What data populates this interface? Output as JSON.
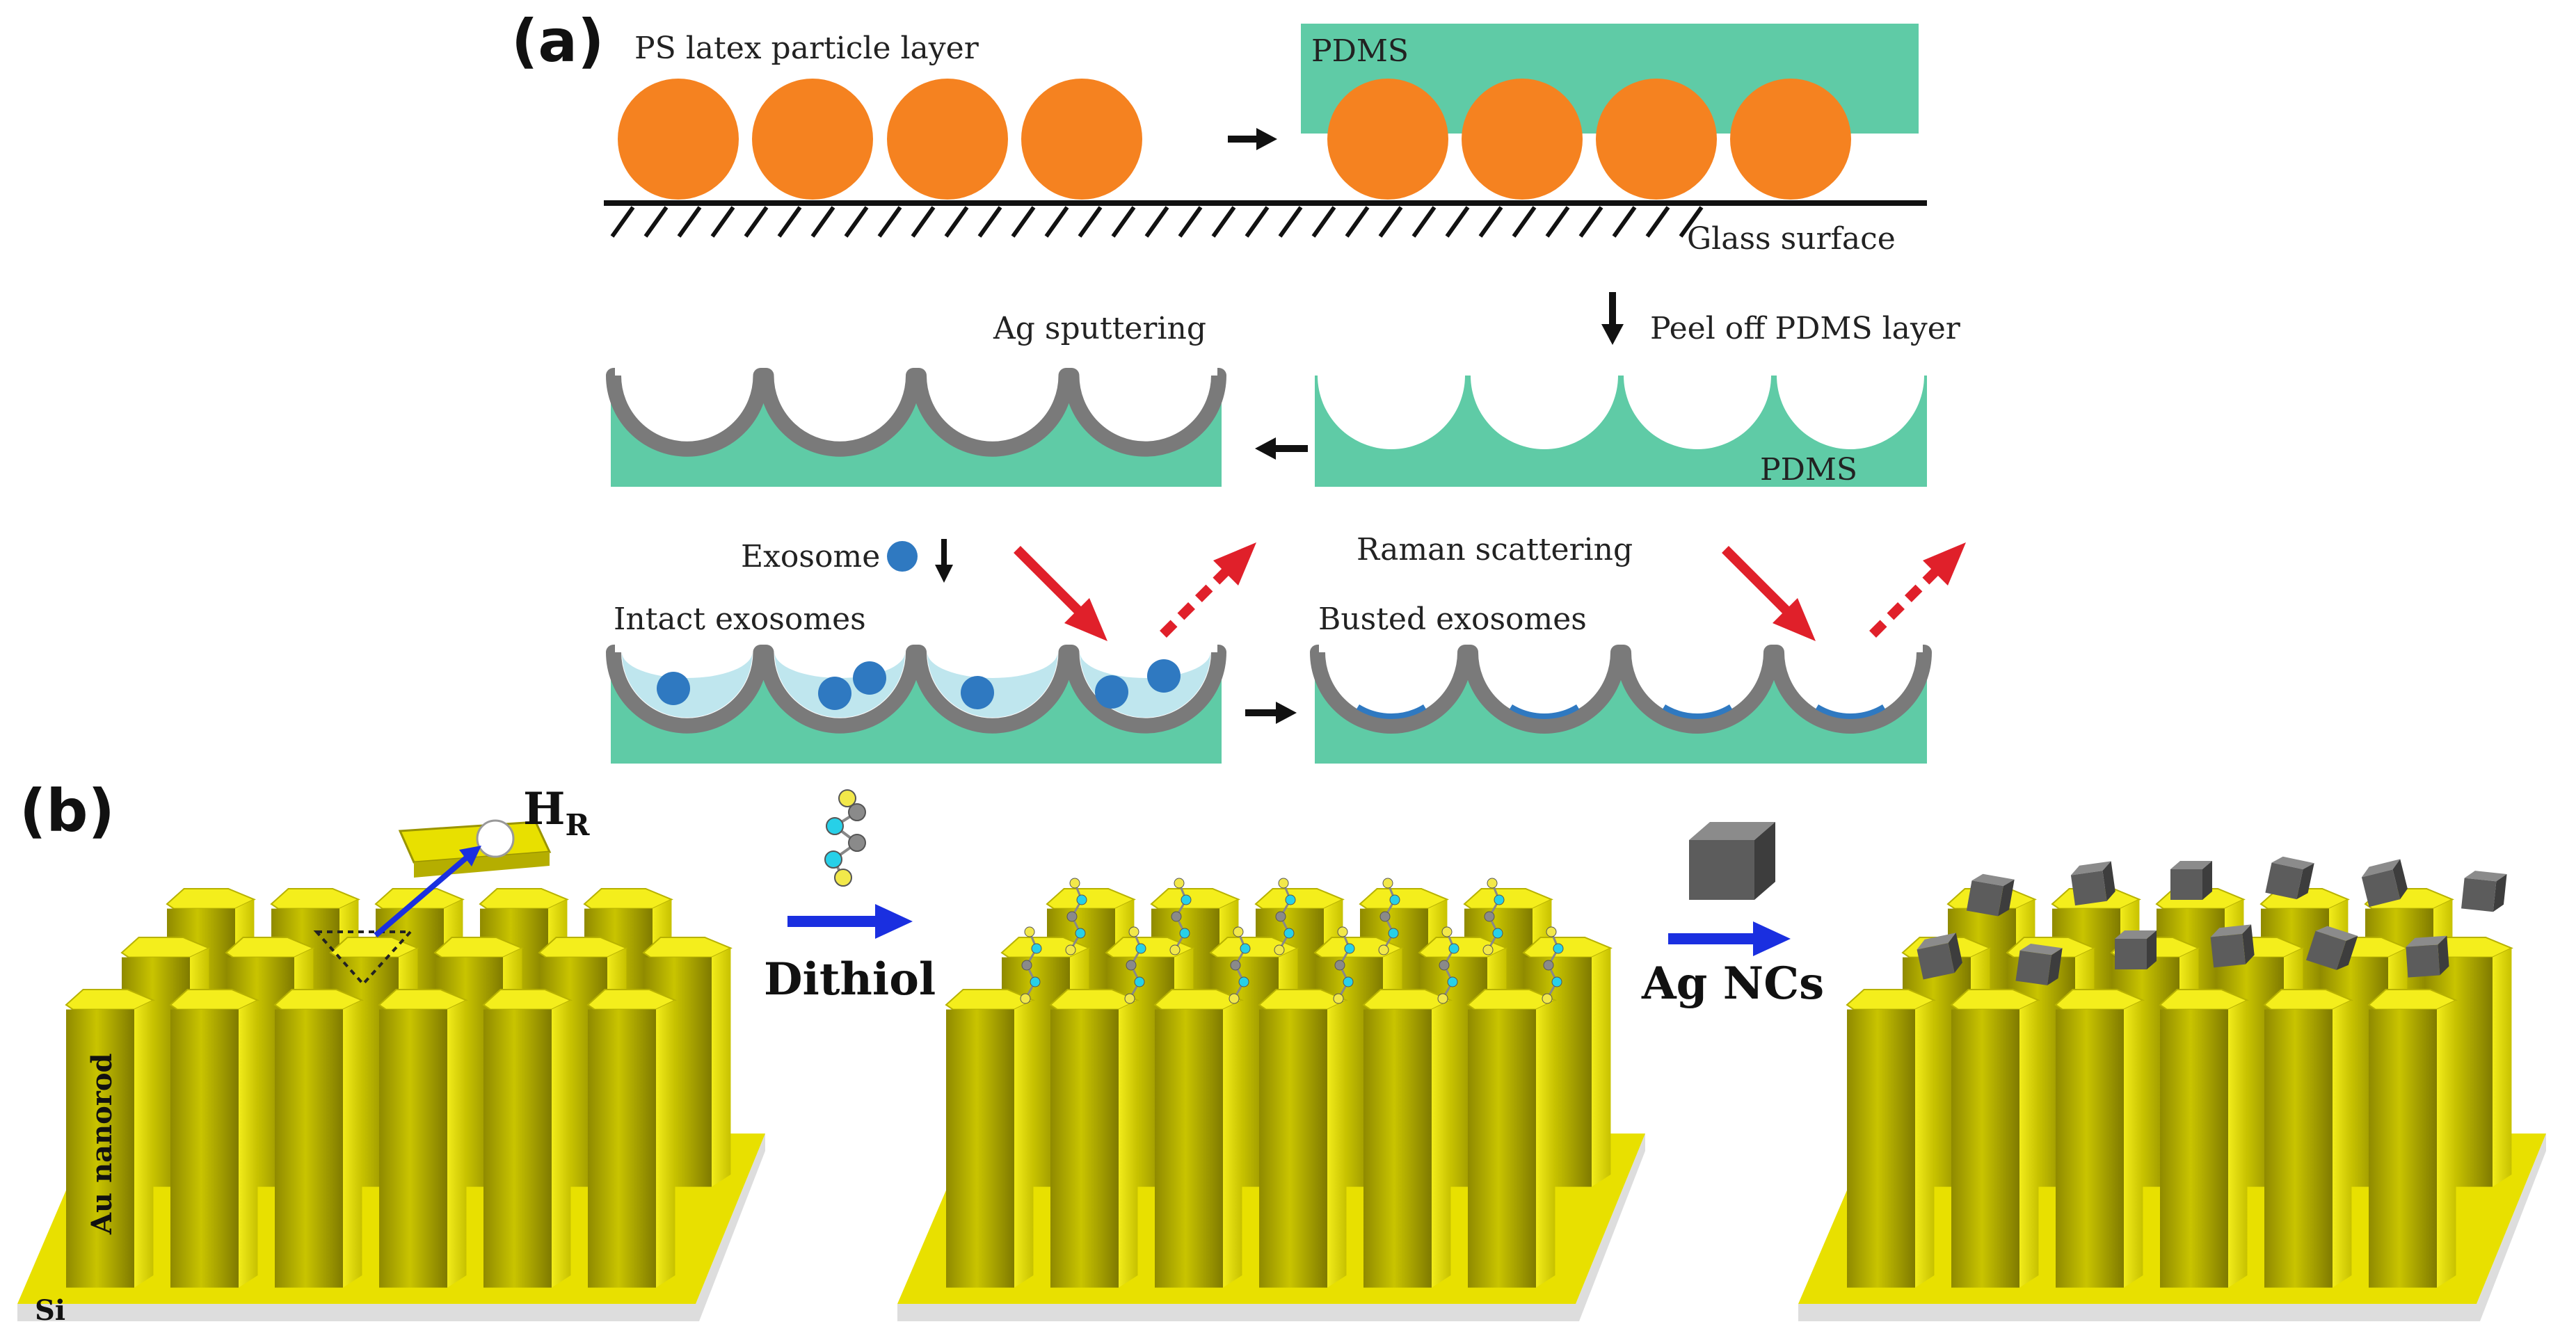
{
  "panel_a": {
    "label": "(a)",
    "ps_label": "PS latex particle layer",
    "pdms_top_label": "PDMS",
    "glass_label": "Glass surface",
    "peel_label": "Peel off PDMS layer",
    "ag_sputtering_label": "Ag sputtering",
    "pdms_bottom_label": "PDMS",
    "exosome_label": "Exosome",
    "raman_label": "Raman scattering",
    "intact_label": "Intact exosomes",
    "busted_label": "Busted exosomes",
    "colors": {
      "particle": "#f58220",
      "pdms": "#5fcba6",
      "silver": "#7a7a7a",
      "exosome": "#2f79c1",
      "laser": "#e0202a"
    }
  },
  "panel_b": {
    "label": "(b)",
    "hr_main": "H",
    "hr_sub": "R",
    "si_label": "Si",
    "nanorod_label": "Au nanorod",
    "dithiol_label": "Dithiol",
    "ag_label": "Ag NCs",
    "colors": {
      "gold": "#e8e000",
      "arrow": "#1a2fe0",
      "cube": "#5a5a5a"
    }
  }
}
